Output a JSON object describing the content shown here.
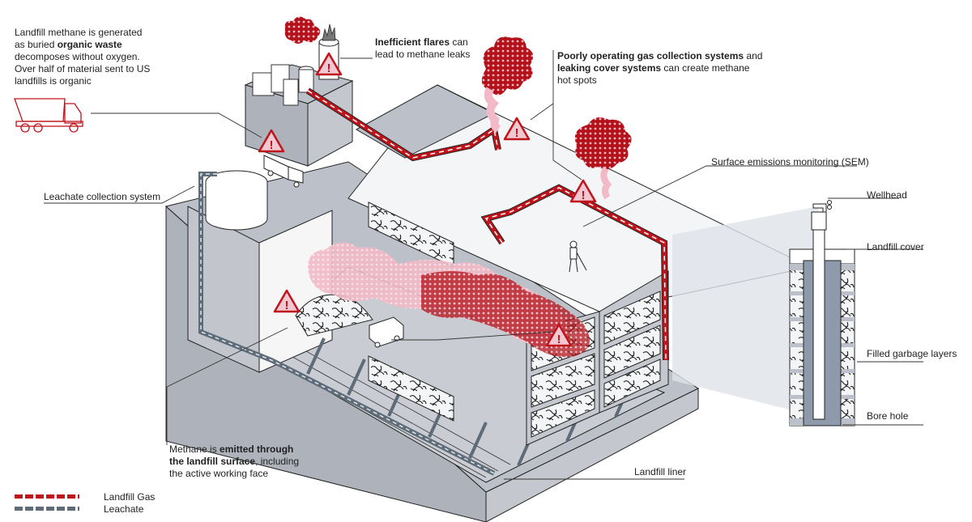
{
  "annotations": {
    "organic_waste": {
      "parts": [
        {
          "text": "Landfill methane is generated",
          "bold": false,
          "br": true
        },
        {
          "text": "as buried ",
          "bold": false
        },
        {
          "text": "organic waste",
          "bold": true,
          "br": true
        },
        {
          "text": "decomposes without oxygen.",
          "bold": false,
          "br": true
        },
        {
          "text": "Over half of material sent to US",
          "bold": false,
          "br": true
        },
        {
          "text": "landfills is organic",
          "bold": false
        }
      ]
    },
    "flares": {
      "parts": [
        {
          "text": "Inefficient flares",
          "bold": true
        },
        {
          "text": " can",
          "bold": false,
          "br": true
        },
        {
          "text": "lead to methane leaks",
          "bold": false
        }
      ]
    },
    "gas_collection": {
      "parts": [
        {
          "text": "Poorly operating gas collection systems",
          "bold": true
        },
        {
          "text": " and",
          "bold": false,
          "br": true
        },
        {
          "text": "leaking cover systems",
          "bold": true
        },
        {
          "text": " can create methane",
          "bold": false,
          "br": true
        },
        {
          "text": "hot spots",
          "bold": false
        }
      ]
    },
    "surface": {
      "parts": [
        {
          "text": "Methane is ",
          "bold": false
        },
        {
          "text": "emitted through",
          "bold": true,
          "br": true
        },
        {
          "text": "the landfill surface",
          "bold": true
        },
        {
          "text": ", including",
          "bold": false,
          "br": true
        },
        {
          "text": "the active working face",
          "bold": false
        }
      ]
    }
  },
  "labels": {
    "leachate_collection": "Leachate collection system",
    "sem": "Surface emissions monitoring (SEM)",
    "wellhead": "Wellhead",
    "landfill_cover": "Landfill cover",
    "garbage_layers": "Filled garbage layers",
    "bore_hole": "Bore hole",
    "landfill_liner": "Landfill liner"
  },
  "legend": [
    {
      "label": "Landfill Gas",
      "color": "#c0141c"
    },
    {
      "label": "Leachate",
      "color": "#5e6b78"
    }
  ],
  "icons": [
    "warning-triangle-icon",
    "dump-truck-icon",
    "delivery-truck-icon",
    "flare-stack-icon",
    "methane-plume-icon",
    "worker-icon",
    "wellhead-icon"
  ],
  "colors": {
    "accent_red": "#c0141c",
    "warning_fill": "#f1c8d2",
    "ground_gray": "#bcc0c8",
    "dark_gray": "#5e6b78"
  }
}
